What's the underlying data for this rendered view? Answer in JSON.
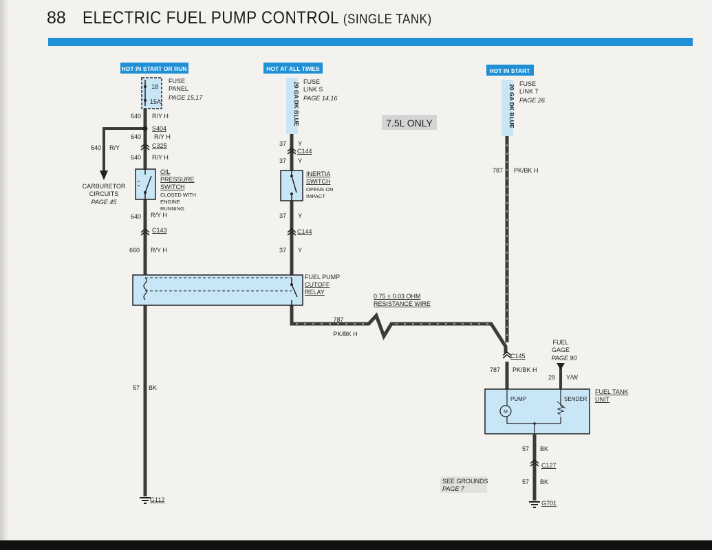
{
  "header": {
    "page_number": "88",
    "title": "ELECTRIC FUEL PUMP CONTROL",
    "subtitle": "(SINGLE TANK)"
  },
  "colors": {
    "accent_blue": "#1f8fd6",
    "component_fill": "#c9e6f6",
    "wire": "#3a3a3a"
  },
  "power_labels": {
    "start_or_run": "HOT IN START OR RUN",
    "all_times": "HOT AT ALL TIMES",
    "start": "HOT IN START"
  },
  "components": {
    "fuse_panel": {
      "fuse_no": "18",
      "amps": "15A",
      "name_1": "FUSE",
      "name_2": "PANEL",
      "page": "PAGE 15,17"
    },
    "fuse_link_s": {
      "wire": "20 GA DK BLUE",
      "name_1": "FUSE",
      "name_2": "LINK S",
      "page": "PAGE 14,16"
    },
    "fuse_link_t": {
      "wire": "20 GA DK BLUE",
      "name_1": "FUSE",
      "name_2": "LINK T",
      "page": "PAGE 26"
    },
    "oil_switch": {
      "l1": "OIL",
      "l2": "PRESSURE",
      "l3": "SWITCH",
      "l4": "CLOSED WITH",
      "l5": "ENGINE",
      "l6": "RUNNING"
    },
    "inertia_switch": {
      "l1": "INERTIA",
      "l2": "SWITCH",
      "l3": "OPENS ON",
      "l4": "IMPACT"
    },
    "relay": {
      "l1": "FUEL PUMP",
      "l2": "CUTOFF",
      "l3": "RELAY"
    },
    "resistance_wire": {
      "l1": "0.75 ± 0.03 OHM",
      "l2": "RESISTANCE WIRE"
    },
    "carburetor": {
      "l1": "CARBURETOR",
      "l2": "CIRCUITS",
      "page": "PAGE 45"
    },
    "fuel_gage": {
      "l1": "FUEL",
      "l2": "GAGE",
      "page": "PAGE 90"
    },
    "tank_unit": {
      "l1": "FUEL TANK",
      "l2": "UNIT",
      "pump": "PUMP",
      "sender": "SENDER",
      "motor": "M"
    },
    "note_75l": "7.5L ONLY",
    "see_grounds": {
      "l1": "SEE GROUNDS",
      "page": "PAGE 7"
    }
  },
  "wires": {
    "w640_top": {
      "num": "640",
      "color": "R/Y H"
    },
    "w640_s404": {
      "num": "640",
      "color": "R/Y H"
    },
    "w640_c325": {
      "num": "640",
      "color": "R/Y H"
    },
    "w640_branch": {
      "num": "640",
      "color": "R/Y"
    },
    "w640_c143": {
      "num": "640",
      "color": "R/Y H"
    },
    "w660": {
      "num": "660",
      "color": "R/Y H"
    },
    "w37_a": {
      "num": "37",
      "color": "Y"
    },
    "w37_b": {
      "num": "37",
      "color": "Y"
    },
    "w37_c": {
      "num": "37",
      "color": "Y"
    },
    "w37_d": {
      "num": "37",
      "color": "Y"
    },
    "w787_right": {
      "num": "787",
      "color": "PK/BK H"
    },
    "w787_mid": {
      "num": "787",
      "color": "PK/BK H"
    },
    "w787_c145": {
      "num": "787",
      "color": "PK/BK H"
    },
    "w57_left": {
      "num": "57",
      "color": "BK"
    },
    "w29": {
      "num": "29",
      "color": "Y/W"
    },
    "w57_r1": {
      "num": "57",
      "color": "BK"
    },
    "w57_r2": {
      "num": "57",
      "color": "BK"
    }
  },
  "connectors": {
    "s404": "S404",
    "c325": "C325",
    "c143": "C143",
    "c144_a": "C144",
    "c144_b": "C144",
    "c145": "C145",
    "c127": "C127"
  },
  "grounds": {
    "g112": "G112",
    "g701": "G701"
  }
}
